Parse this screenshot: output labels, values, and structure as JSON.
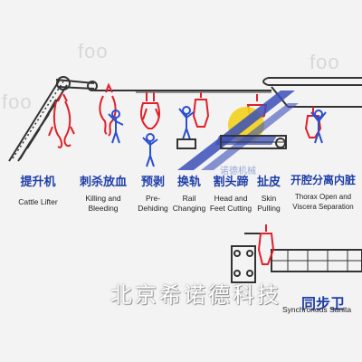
{
  "watermarks": [
    "foo",
    "foo",
    "foo"
  ],
  "logo_text": "诺德机械",
  "steps": [
    {
      "cn": "提升机",
      "en": "Cattle Lifter"
    },
    {
      "cn": "刺杀放血",
      "en": "Killing and\nBleeding"
    },
    {
      "cn": "预剥",
      "en": "Pre-\nDehiding"
    },
    {
      "cn": "换轨",
      "en": "Rail\nChanging"
    },
    {
      "cn": "割头蹄",
      "en": "Head and\nFeet Cutting"
    },
    {
      "cn": "扯皮",
      "en": "Skin\nPulling"
    },
    {
      "cn": "开腔分离内脏",
      "en": "Thorax Open and\nViscera Separation"
    }
  ],
  "company": "北京希诺德科技",
  "sync": {
    "cn": "同步卫",
    "en": "Synchronous Sanita"
  },
  "colors": {
    "blue": "#1f3fa8",
    "red": "#e0202a",
    "rail": "#333333",
    "logo_blue": "#3a4fb8",
    "logo_yellow": "#f2d21a"
  }
}
